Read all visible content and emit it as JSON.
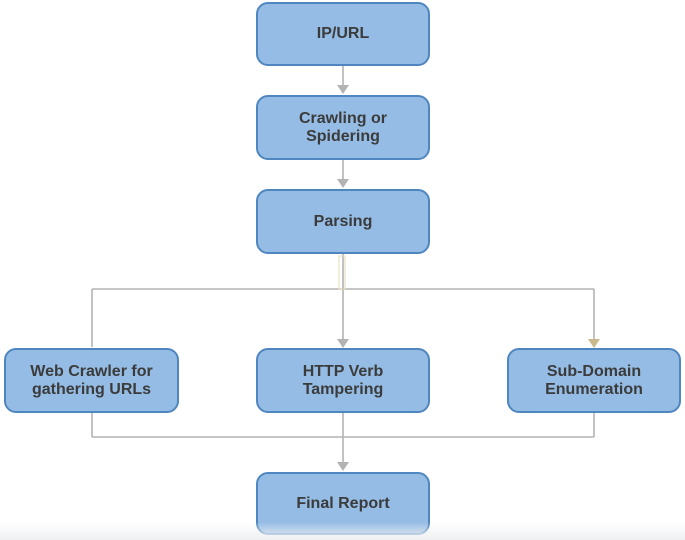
{
  "diagram": {
    "colors": {
      "node_fill": "#94bce4",
      "node_border": "#4f86bf",
      "node_text": "#3b3b3b",
      "connector": "#b3b3b3"
    },
    "nodes": [
      {
        "id": "ip-url",
        "label": "IP/URL"
      },
      {
        "id": "crawling",
        "label": "Crawling or\nSpidering"
      },
      {
        "id": "parsing",
        "label": "Parsing"
      },
      {
        "id": "web-crawler",
        "label": "Web Crawler for\ngathering URLs"
      },
      {
        "id": "http-verb",
        "label": "HTTP Verb\nTampering"
      },
      {
        "id": "sub-domain",
        "label": "Sub-Domain\nEnumeration"
      },
      {
        "id": "final-report",
        "label": "Final Report"
      }
    ],
    "edges": [
      {
        "from": "ip-url",
        "to": "crawling"
      },
      {
        "from": "crawling",
        "to": "parsing"
      },
      {
        "from": "parsing",
        "to": "web-crawler"
      },
      {
        "from": "parsing",
        "to": "http-verb"
      },
      {
        "from": "parsing",
        "to": "sub-domain"
      },
      {
        "from": "web-crawler",
        "to": "final-report"
      },
      {
        "from": "http-verb",
        "to": "final-report"
      },
      {
        "from": "sub-domain",
        "to": "final-report"
      }
    ]
  }
}
